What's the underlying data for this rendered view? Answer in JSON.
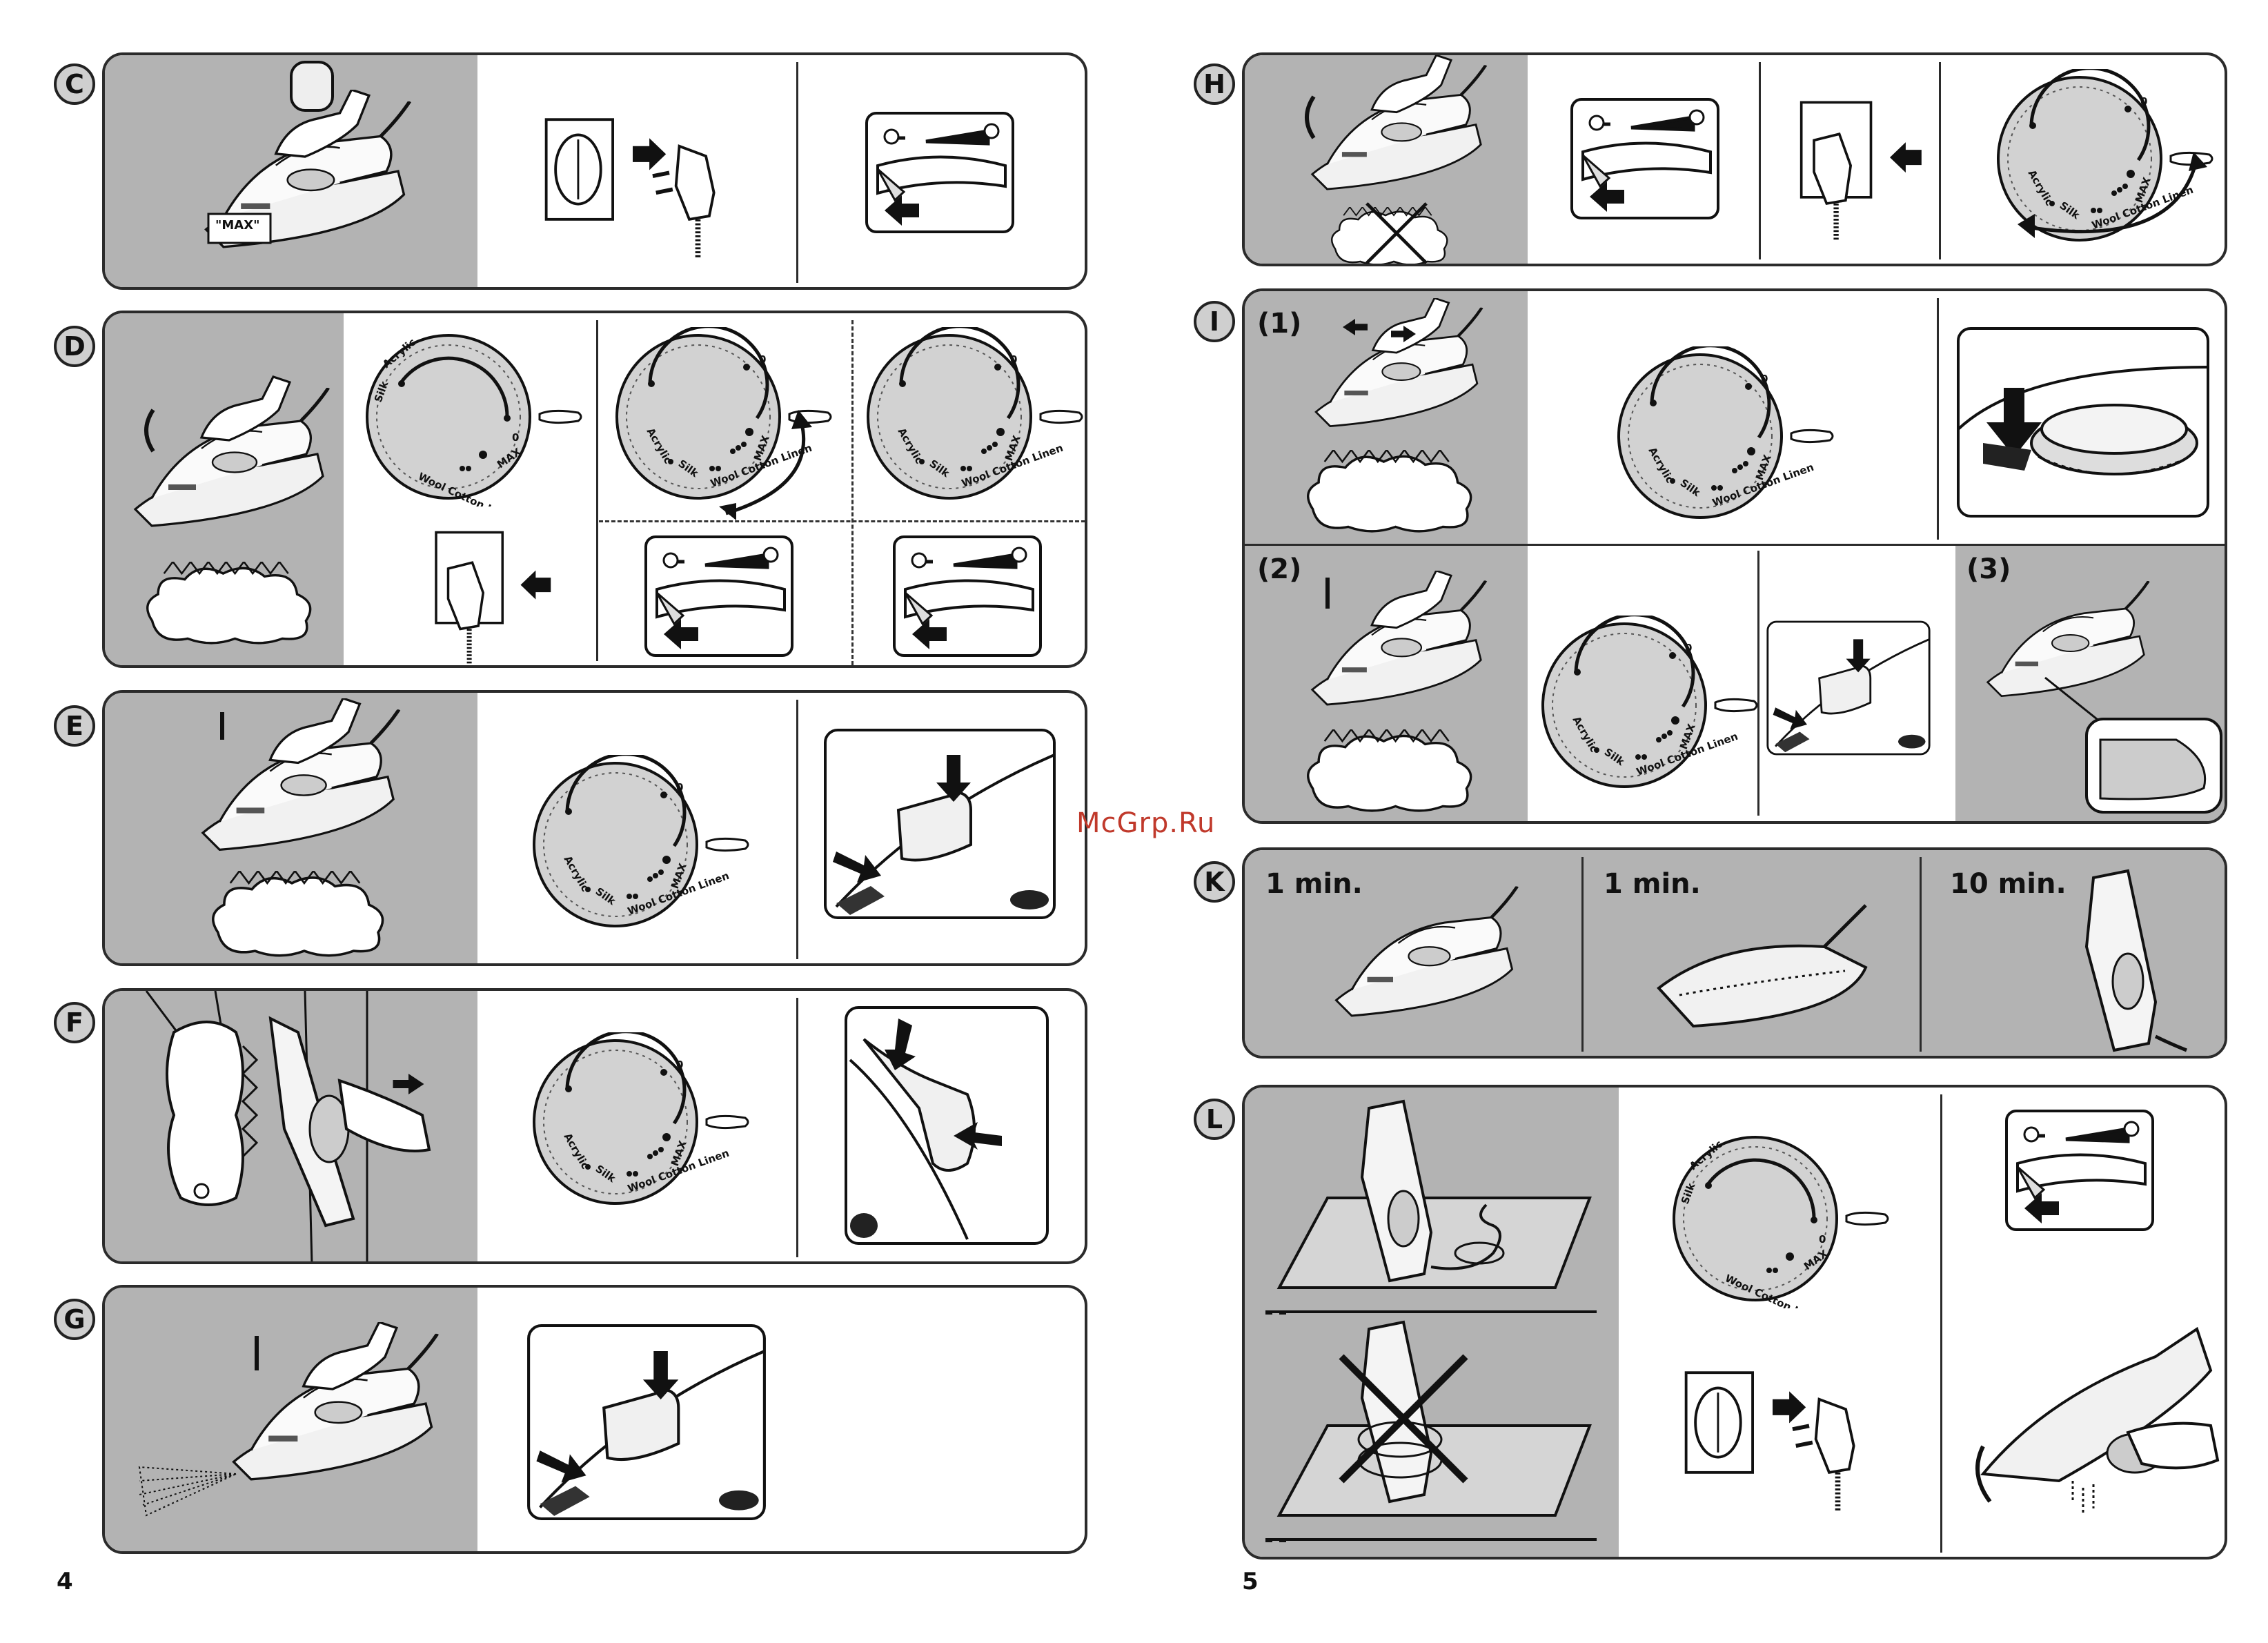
{
  "steps": {
    "C": {
      "badge": "C",
      "max_label": "\"MAX\""
    },
    "D": {
      "badge": "D"
    },
    "E": {
      "badge": "E"
    },
    "F": {
      "badge": "F"
    },
    "G": {
      "badge": "G"
    },
    "H": {
      "badge": "H"
    },
    "I": {
      "badge": "I",
      "sub1": "(1)",
      "sub2": "(2)",
      "sub3": "(3)"
    },
    "K": {
      "badge": "K",
      "times": [
        "1 min.",
        "1 min.",
        "10 min."
      ]
    },
    "L": {
      "badge": "L"
    }
  },
  "dial": {
    "acrylic": "Acrylic",
    "silk": "Silk",
    "wool": "Wool",
    "cotton": "Cotton",
    "linen": "Linen",
    "max": "MAX",
    "zero": "0"
  },
  "pages": {
    "left": "4",
    "right": "5"
  },
  "watermark": "McGrp.Ru"
}
